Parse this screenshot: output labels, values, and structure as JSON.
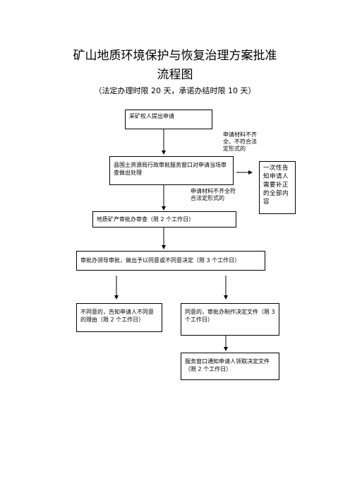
{
  "title": {
    "line1": "矿山地质环境保护与恢复治理方案批准",
    "line2": "流程图",
    "subtitle": "（法定办理时限 20 天，承诺办结时限 10 天）"
  },
  "steps": {
    "apply": "采矿权人提出申请",
    "review": "县国土资源局行政审批服务窗口对申请当场审查做出处理",
    "notify_supplement": "一次性告知申请人需要补正的全部内容",
    "geo_review": "地质矿产审批办审查（限 2 个工作日）",
    "leader_approval": "审批办领导审批，做出予以同意或不同意决定（限 3 个工作日）",
    "disagree": "不同意的，告知申请人不同意的理由（限 2 个工作日）",
    "agree": "同意的，审批办制作决定文件（限 3 个工作日）",
    "collect": "服务窗口通知申请人领取决定文件（限 2 个工作日）"
  },
  "notes": {
    "incomplete_top": "申请材料不齐全、不符合法定形式的",
    "incomplete_mid": "申请材料不齐全符合法定形式的"
  }
}
